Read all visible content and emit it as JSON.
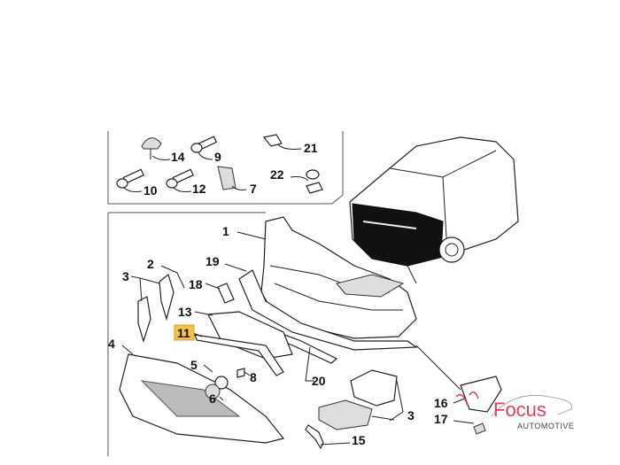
{
  "diagram": {
    "title": "Front bumper exploded parts diagram",
    "callouts": {
      "p14": "14",
      "p9": "9",
      "p21": "21",
      "p10": "10",
      "p12": "12",
      "p7": "7",
      "p22": "22",
      "p1": "1",
      "p19": "19",
      "p2": "2",
      "p3a": "3",
      "p18": "18",
      "p13": "13",
      "p11": "11",
      "p4": "4",
      "p5": "5",
      "p8": "8",
      "p6": "6",
      "p20": "20",
      "p3b": "3",
      "p16": "16",
      "p17": "17",
      "p15": "15"
    },
    "highlighted_part": "11",
    "highlight_color": "#f5c242"
  },
  "watermark": {
    "name": "Focus",
    "subtitle": "AUTOMOTIVE",
    "color": "#e0405a"
  }
}
